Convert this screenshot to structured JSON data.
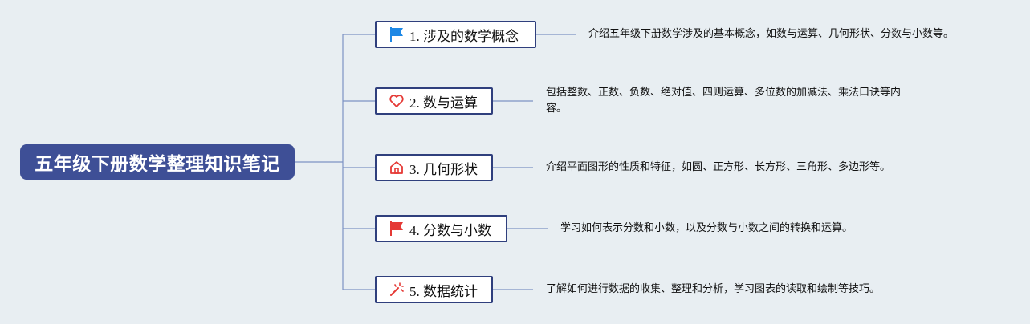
{
  "root": {
    "title": "五年级下册数学整理知识笔记"
  },
  "topics": [
    {
      "label": "1. 涉及的数学概念",
      "icon": "blue-flag-icon",
      "desc": "介绍五年级下册数学涉及的基本概念，如数与运算、几何形状、分数与小数等。"
    },
    {
      "label": "2. 数与运算",
      "icon": "heart-icon",
      "desc_line1": "包括整数、正数、负数、绝对值、四则运算、多位数的加减法、乘法口诀等内",
      "desc_line2": "容。"
    },
    {
      "label": "3. 几何形状",
      "icon": "house-icon",
      "desc": "介绍平面图形的性质和特征，如圆、正方形、长方形、三角形、多边形等。"
    },
    {
      "label": "4. 分数与小数",
      "icon": "red-flag-icon",
      "desc": "学习如何表示分数和小数，以及分数与小数之间的转换和运算。"
    },
    {
      "label": "5. 数据统计",
      "icon": "magic-wand-icon",
      "desc": "了解如何进行数据的收集、整理和分析，学习图表的读取和绘制等技巧。"
    }
  ],
  "colors": {
    "background": "#e8eef2",
    "root_fill": "#3e4f96",
    "topic_border": "#2f3f7d",
    "connector": "#7d93c4",
    "icon_blue": "#1e88e5",
    "icon_red": "#e53935"
  }
}
